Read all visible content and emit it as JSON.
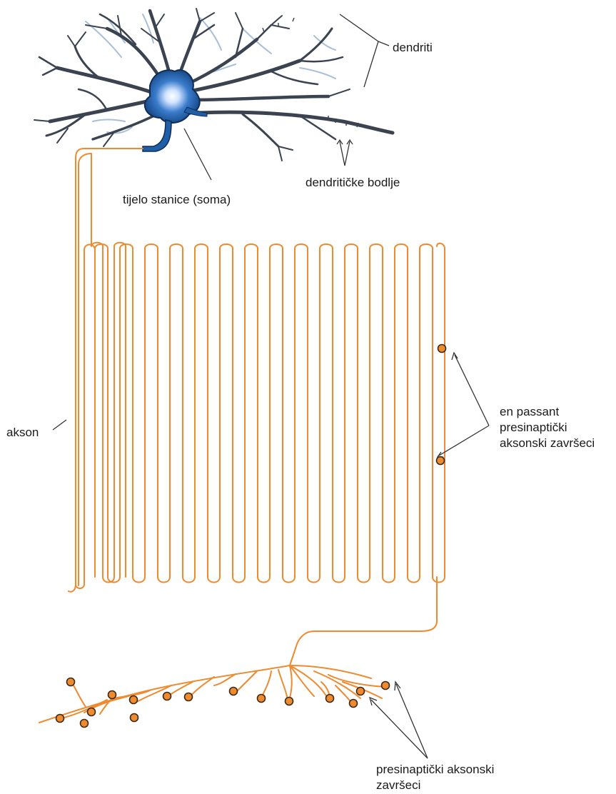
{
  "labels": {
    "dendrites": "dendriti",
    "spines": "dendritičke bodlje",
    "soma": "tijelo stanice (soma)",
    "axon": "akson",
    "en_passant_1": "en passant",
    "en_passant_2": "presinaptički",
    "en_passant_3": "aksonski završeci",
    "terminals_1": "presinaptički aksonski",
    "terminals_2": "završeci"
  },
  "colors": {
    "axon": "#ef8a2e",
    "bouton_fill": "#ef8a2e",
    "bouton_stroke": "#3a2a1a",
    "soma": "#1f5fa8",
    "dendrite": "#3c4350",
    "faint_dendrite": "#a9bfd8",
    "leader": "#333333"
  }
}
